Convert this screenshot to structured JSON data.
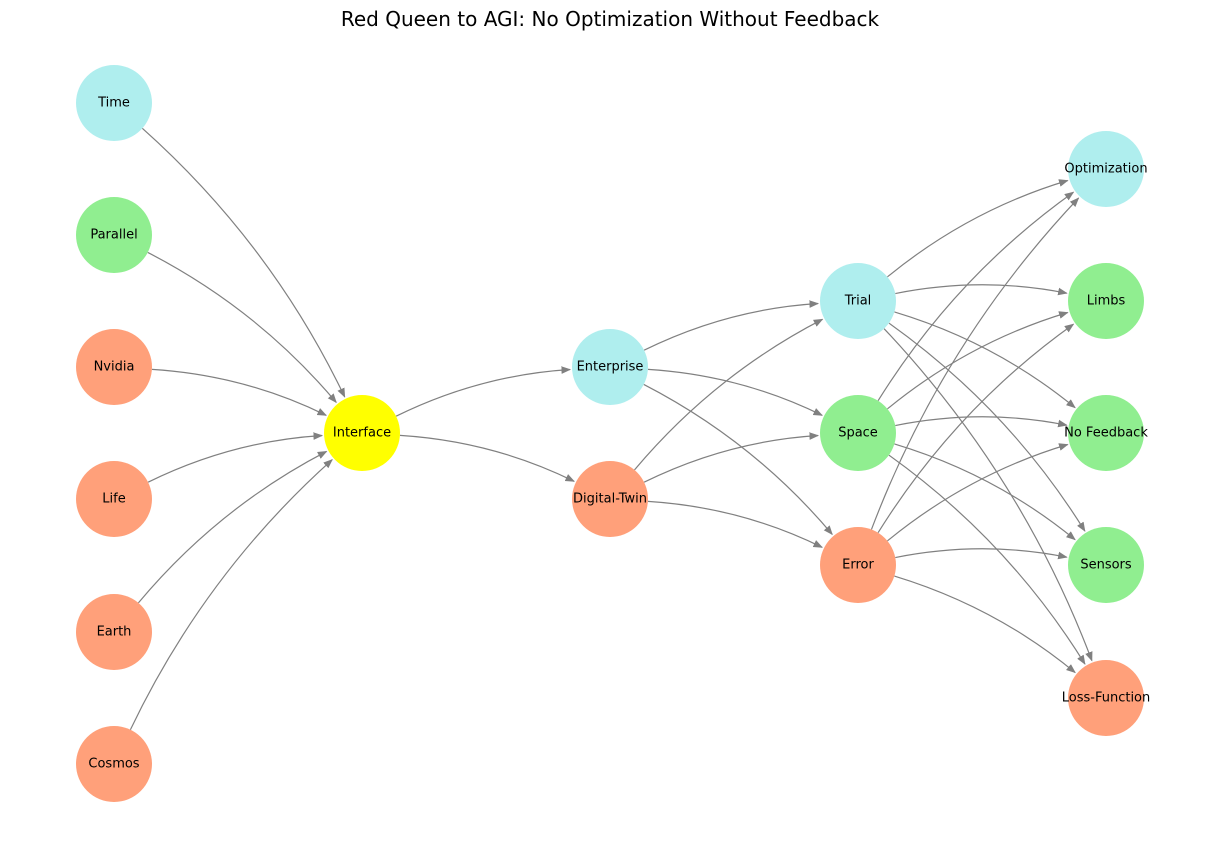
{
  "title": "Red Queen to AGI: No Optimization Without Feedback",
  "colors": {
    "salmon": "#FFA07A",
    "cyan": "#AFEEEE",
    "green": "#90EE90",
    "yellow": "#FFFF00",
    "edge": "#808080"
  },
  "nodes": [
    {
      "id": "time",
      "label": "Time",
      "color": "cyan"
    },
    {
      "id": "parallel",
      "label": "Parallel",
      "color": "green"
    },
    {
      "id": "nvidia",
      "label": "Nvidia",
      "color": "salmon"
    },
    {
      "id": "life",
      "label": "Life",
      "color": "salmon"
    },
    {
      "id": "earth",
      "label": "Earth",
      "color": "salmon"
    },
    {
      "id": "cosmos",
      "label": "Cosmos",
      "color": "salmon"
    },
    {
      "id": "interface",
      "label": "Interface",
      "color": "yellow"
    },
    {
      "id": "enterprise",
      "label": "Enterprise",
      "color": "cyan"
    },
    {
      "id": "digital-twin",
      "label": "Digital-Twin",
      "color": "salmon"
    },
    {
      "id": "trial",
      "label": "Trial",
      "color": "cyan"
    },
    {
      "id": "space",
      "label": "Space",
      "color": "green"
    },
    {
      "id": "error",
      "label": "Error",
      "color": "salmon"
    },
    {
      "id": "optimization",
      "label": "Optimization",
      "color": "cyan"
    },
    {
      "id": "limbs",
      "label": "Limbs",
      "color": "green"
    },
    {
      "id": "no-feedback",
      "label": "No Feedback",
      "color": "green"
    },
    {
      "id": "sensors",
      "label": "Sensors",
      "color": "green"
    },
    {
      "id": "loss-function",
      "label": "Loss-Function",
      "color": "salmon"
    }
  ],
  "edges": [
    [
      "time",
      "interface"
    ],
    [
      "parallel",
      "interface"
    ],
    [
      "nvidia",
      "interface"
    ],
    [
      "life",
      "interface"
    ],
    [
      "earth",
      "interface"
    ],
    [
      "cosmos",
      "interface"
    ],
    [
      "interface",
      "enterprise"
    ],
    [
      "interface",
      "digital-twin"
    ],
    [
      "enterprise",
      "trial"
    ],
    [
      "enterprise",
      "space"
    ],
    [
      "enterprise",
      "error"
    ],
    [
      "digital-twin",
      "trial"
    ],
    [
      "digital-twin",
      "space"
    ],
    [
      "digital-twin",
      "error"
    ],
    [
      "trial",
      "optimization"
    ],
    [
      "trial",
      "limbs"
    ],
    [
      "trial",
      "no-feedback"
    ],
    [
      "trial",
      "sensors"
    ],
    [
      "trial",
      "loss-function"
    ],
    [
      "space",
      "optimization"
    ],
    [
      "space",
      "limbs"
    ],
    [
      "space",
      "no-feedback"
    ],
    [
      "space",
      "sensors"
    ],
    [
      "space",
      "loss-function"
    ],
    [
      "error",
      "optimization"
    ],
    [
      "error",
      "limbs"
    ],
    [
      "error",
      "no-feedback"
    ],
    [
      "error",
      "sensors"
    ],
    [
      "error",
      "loss-function"
    ]
  ]
}
